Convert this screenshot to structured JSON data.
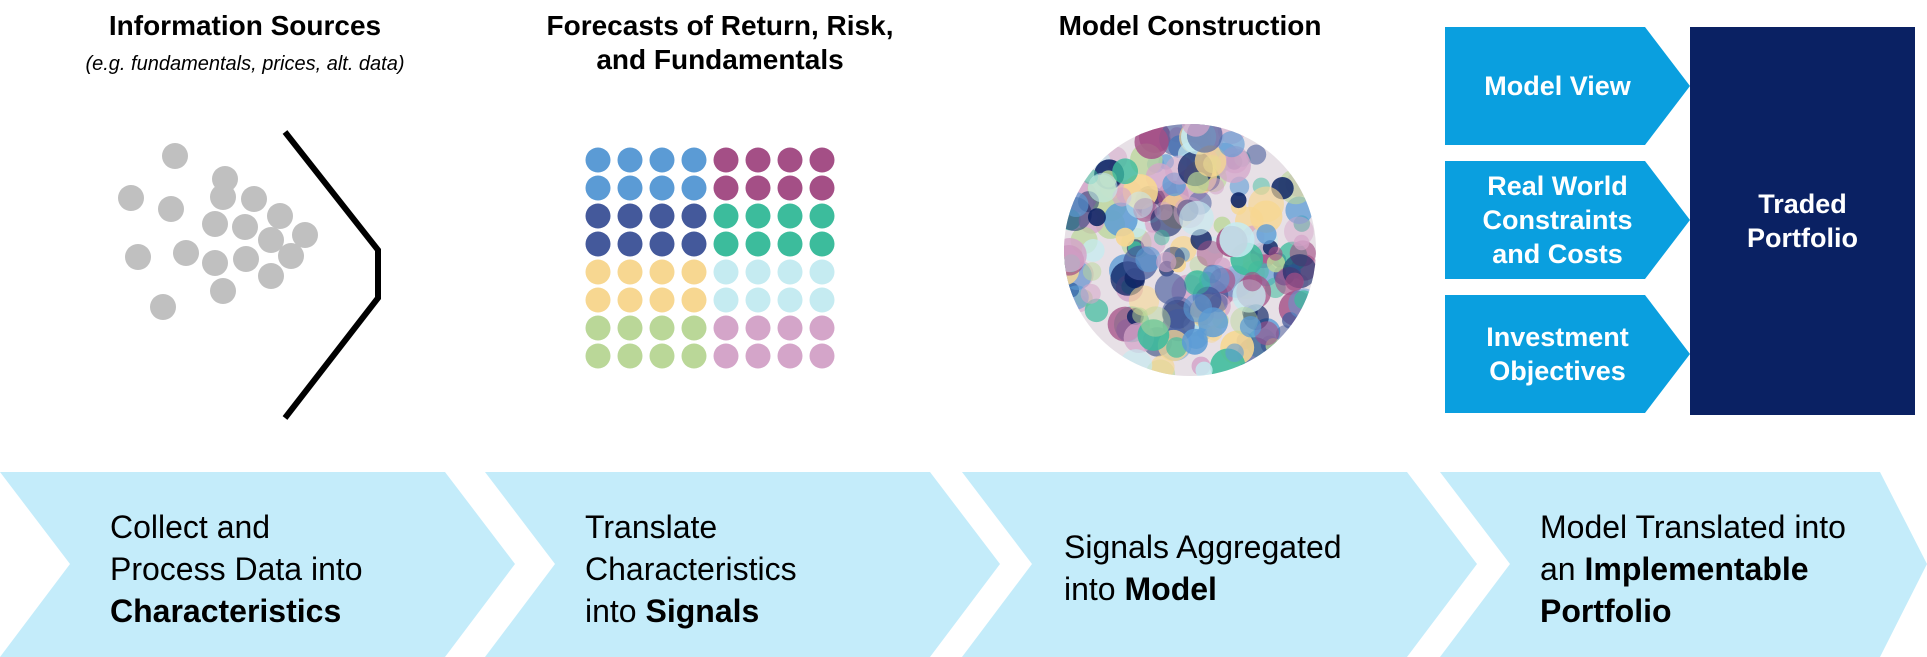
{
  "stages": [
    {
      "title": "Information Sources",
      "subtitle": "(e.g. fundamentals, prices, alt. data)"
    },
    {
      "title_line1": "Forecasts of Return, Risk,",
      "title_line2": "and Fundamentals"
    },
    {
      "title": "Model Construction"
    }
  ],
  "portfolio_inputs": {
    "model_view": "Model View",
    "constraints": [
      "Real World",
      "Constraints",
      "and Costs"
    ],
    "objectives": [
      "Investment",
      "Objectives"
    ],
    "traded": [
      "Traded",
      "Portfolio"
    ]
  },
  "process_steps": [
    {
      "line1": "Collect and",
      "line2": "Process Data into",
      "bold": "Characteristics"
    },
    {
      "line1": "Translate",
      "line2": "Characteristics",
      "pre": "into ",
      "bold": "Signals"
    },
    {
      "line1": "Signals Aggregated",
      "pre": "into ",
      "bold": "Model"
    },
    {
      "line1": "Model Translated into",
      "pre": "an ",
      "bold": "Implementable",
      "line3": "Portfolio"
    }
  ],
  "colors": {
    "chevron_light": "#c4ecfa",
    "box_blue": "#0a9fdf",
    "navy": "#0a2163",
    "dot_gray": "#c0c0c0",
    "signal_blue": "#5b9bd5",
    "signal_slate": "#44599b",
    "signal_plum": "#a44f86",
    "signal_teal": "#3cbc9c",
    "signal_yellow": "#f7d791",
    "signal_ice": "#c5ebf1",
    "signal_green": "#bad798",
    "signal_mauve": "#d4a5c9"
  }
}
